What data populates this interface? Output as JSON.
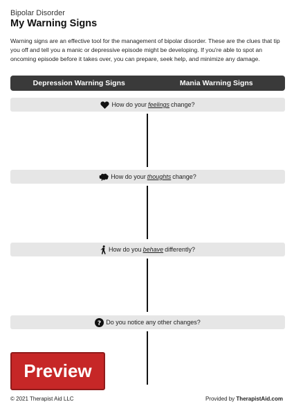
{
  "doc": {
    "supertitle": "Bipolar Disorder",
    "title": "My Warning Signs",
    "intro": "Warning signs are an effective tool for the management of bipolar disorder. These are the clues that tip you off and tell you a manic or depressive episode might be developing. If you're able to spot an oncoming episode before it takes over, you can prepare, seek help, and minimize any damage."
  },
  "columns": {
    "left": "Depression Warning Signs",
    "right": "Mania Warning Signs"
  },
  "prompts": [
    {
      "icon": "heart-icon",
      "pre": "How do your",
      "keyword": "feelings",
      "post": "change?"
    },
    {
      "icon": "brain-icon",
      "pre": "How do your",
      "keyword": "thoughts",
      "post": "change?"
    },
    {
      "icon": "walking-person-icon",
      "pre": "How do you",
      "keyword": "behave",
      "post": "differently?"
    },
    {
      "icon": "question-icon",
      "pre": "Do you notice any other changes?",
      "keyword": "",
      "post": ""
    }
  ],
  "preview_label": "Preview",
  "footer": {
    "copyright": "© 2021 Therapist Aid LLC",
    "provided_by": "Provided by",
    "brand": "TherapistAid.com"
  }
}
